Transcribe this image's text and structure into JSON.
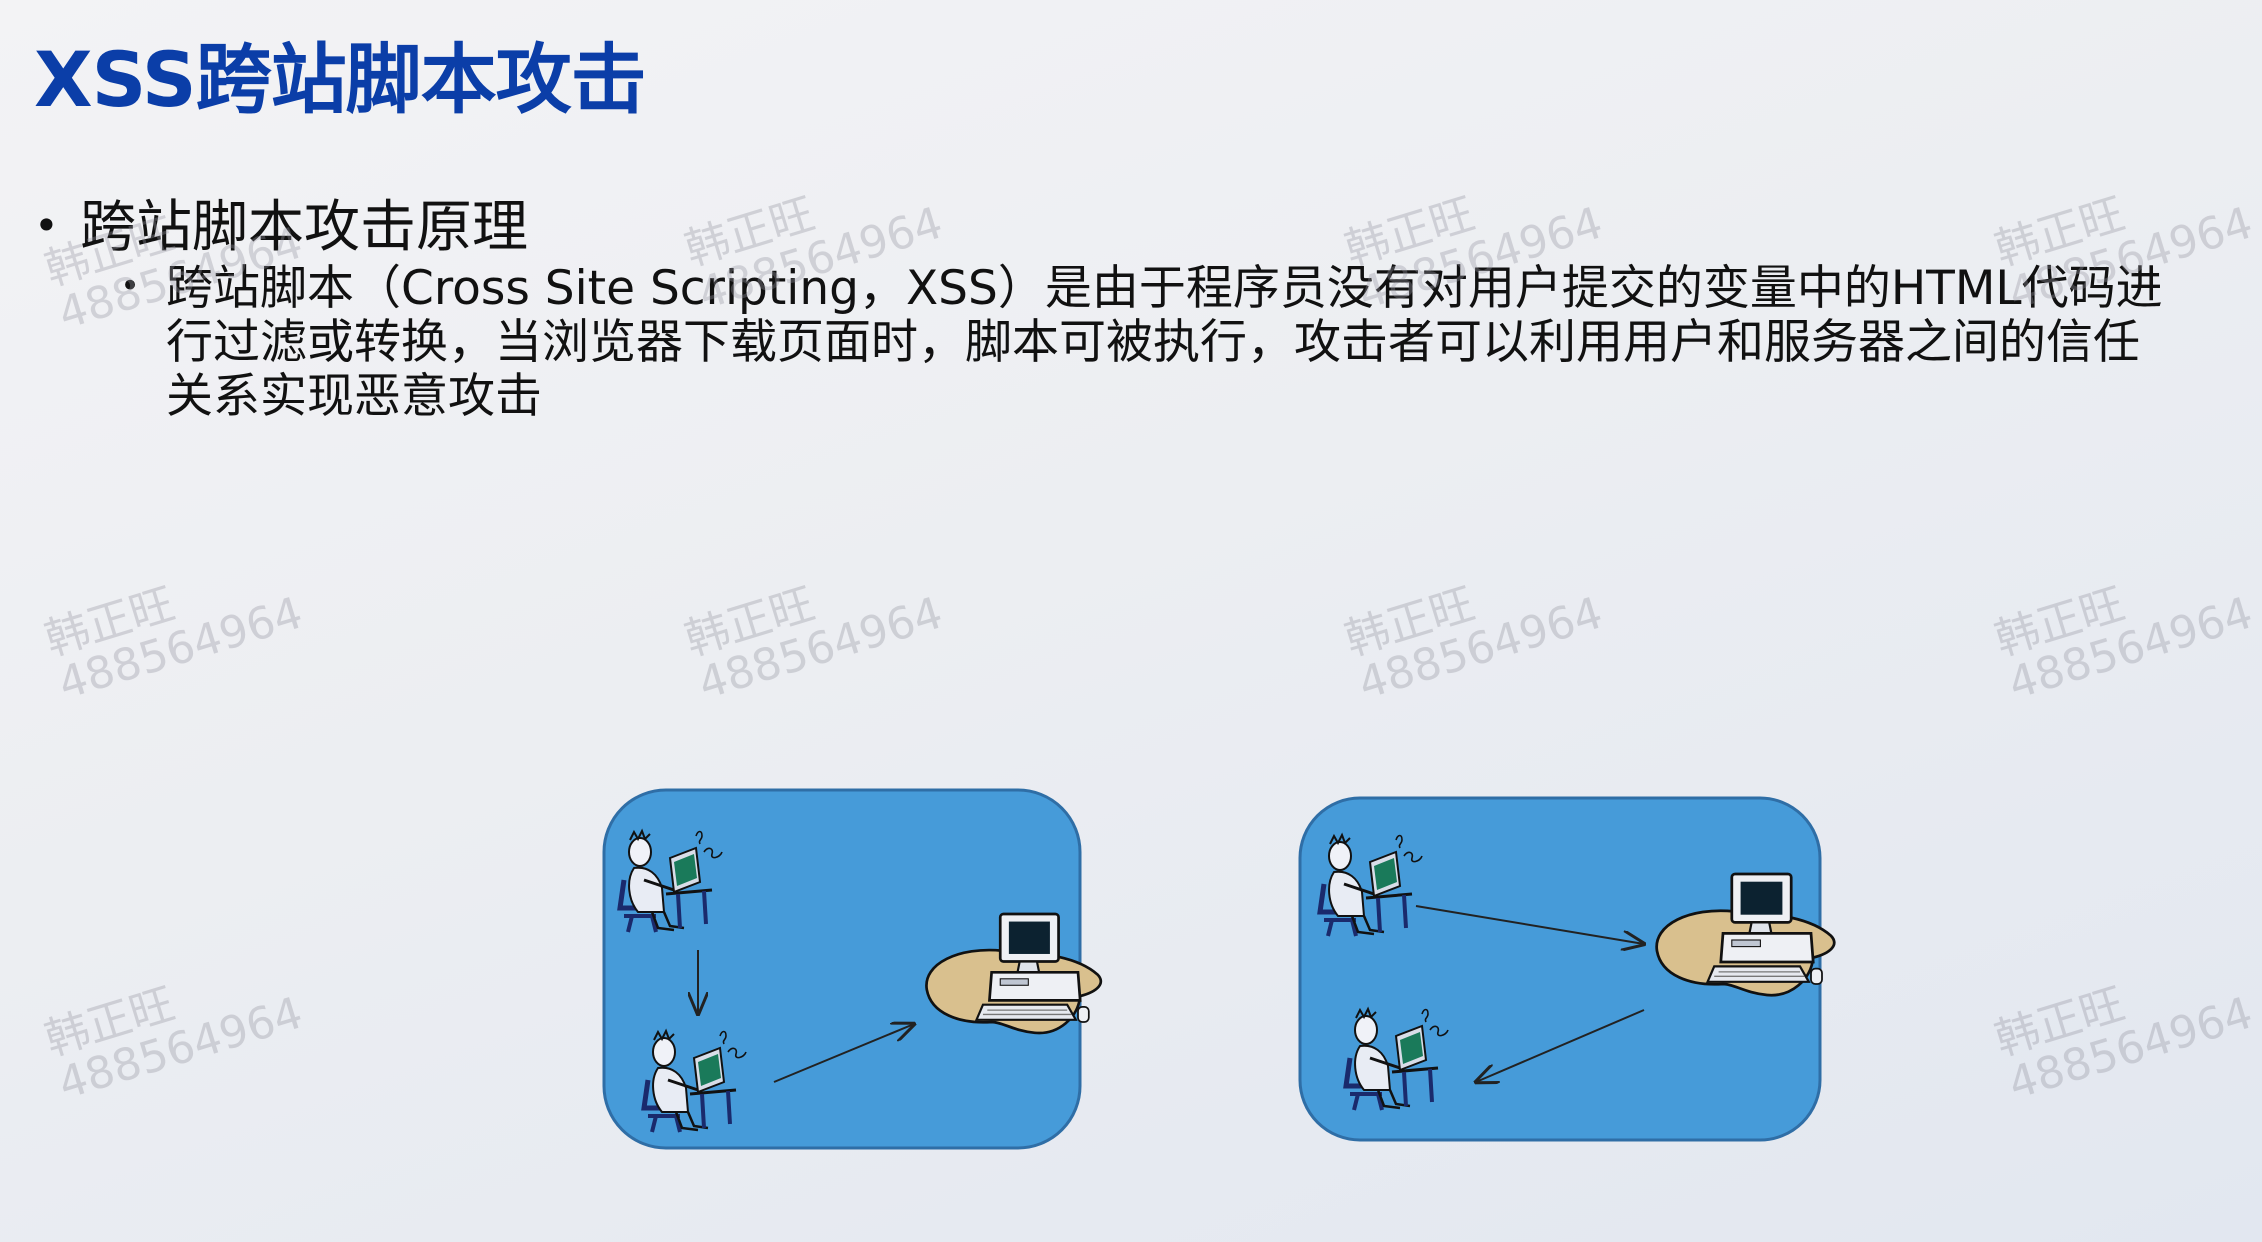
{
  "slide": {
    "title": "XSS跨站脚本攻击",
    "bullet1": "跨站脚本攻击原理",
    "bullet2_lines": [
      "跨站脚本（Cross Site Scripting，XSS）是由于程序员没有对用户提交的变量中的HTML代码进",
      "行过滤或转换，当浏览器下载页面时，脚本可被执行，攻击者可以利用用户和服务器之间的信任",
      "关系实现恶意攻击"
    ]
  },
  "watermark": {
    "name": "韩正旺",
    "number": "488564964"
  },
  "colors": {
    "title": "#0b3ea8",
    "panel_fill": "#469bd9",
    "panel_stroke": "#2f6ea6",
    "desk": "#d9c08e"
  },
  "diagrams": [
    {
      "id": "left",
      "icons": [
        "user-at-computer-icon",
        "user-at-computer-icon",
        "server-computer-icon"
      ]
    },
    {
      "id": "right",
      "icons": [
        "user-at-computer-icon",
        "user-at-computer-icon",
        "server-computer-icon"
      ]
    }
  ]
}
